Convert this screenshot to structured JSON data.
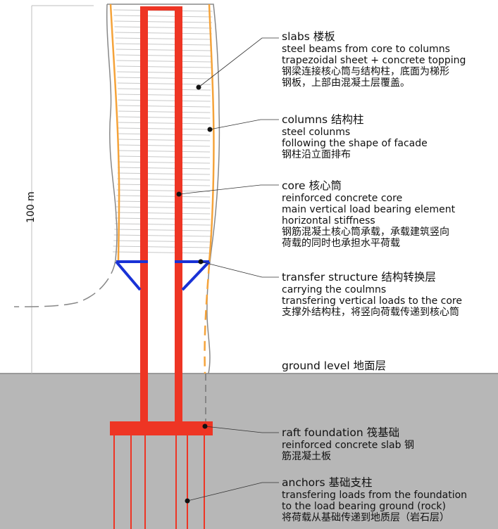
{
  "colors": {
    "core": "#ee3524",
    "columns": "#f5a33a",
    "transfer": "#1932d6",
    "ground": "#b7b7b7",
    "facade": "#888888",
    "slab_lines": "#c8c8c8",
    "leader": "#333333"
  },
  "height_label": "100 m",
  "labels": {
    "slabs": {
      "title": "slabs 楼板",
      "lines": [
        "steel beams from core to columns",
        "trapezoidal sheet + concrete topping",
        "钢梁连接核心筒与结构柱，底面为梯形",
        "钢板，上部由混凝土层覆盖。"
      ]
    },
    "columns": {
      "title": "columns 结构柱",
      "lines": [
        "steel colunms",
        "following the shape of  facade",
        "钢柱沿立面排布"
      ]
    },
    "core": {
      "title": "core 核心筒",
      "lines": [
        "reinforced concrete core",
        "main vertical load bearing element",
        "horizontal stiffness",
        "钢筋混凝土核心筒承载，承载建筑竖向",
        "荷载的同时也承担水平荷载"
      ]
    },
    "transfer": {
      "title": "transfer structure 结构转换层",
      "lines": [
        "carrying the coulmns",
        "transfering vertical loads to the core",
        "支撑外结构柱，将竖向荷载传递到核心筒"
      ]
    },
    "ground": {
      "title": "ground level 地面层",
      "lines": []
    },
    "raft": {
      "title": "raft foundation 筏基础",
      "lines": [
        "reinforced concrete slab 钢",
        "筋混凝土板"
      ]
    },
    "anchors": {
      "title": "anchors 基础支柱",
      "lines": [
        "transfering loads from the foundation",
        "to the load bearing ground (rock)",
        "将荷载从基础传递到地质层（岩石层）"
      ]
    }
  }
}
